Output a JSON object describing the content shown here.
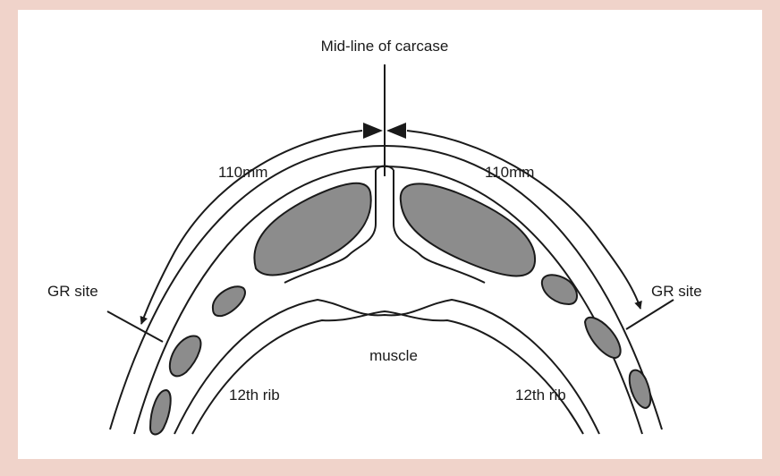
{
  "diagram": {
    "title_label": "Mid-line of carcase",
    "left_distance": "110mm",
    "right_distance": "110mm",
    "left_site": "GR site",
    "right_site": "GR site",
    "center_label": "muscle",
    "left_rib": "12th rib",
    "right_rib": "12th rib"
  },
  "colors": {
    "background": "#f0d3ca",
    "panel": "#ffffff",
    "fat_fill": "#8c8c8c",
    "stroke": "#1a1a1a"
  }
}
